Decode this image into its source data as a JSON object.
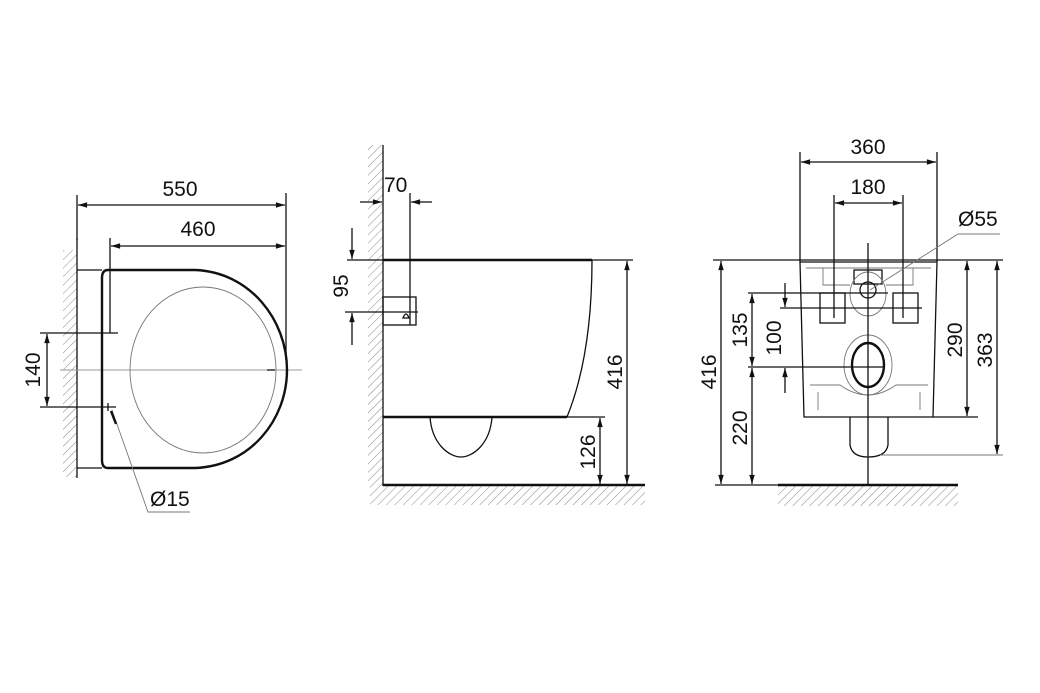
{
  "title": "Wall-hung toilet dimension drawing",
  "top_view": {
    "overall_length": "550",
    "bowl_length": "460",
    "fixing_spacing": "140",
    "hole_diameter": "Ø15"
  },
  "side_view": {
    "wall_offset": "70",
    "fixing_height": "95",
    "total_height": "416",
    "outlet_height": "126"
  },
  "front_view": {
    "width": "360",
    "fixing_width": "180",
    "inlet_diameter": "Ø55",
    "total_height": "416",
    "bolt_to_outlet": "135",
    "inlet_to_outlet": "100",
    "outlet_height": "220",
    "body_height": "290",
    "spigot_height": "363"
  },
  "colors": {
    "line": "#111111",
    "background": "#ffffff"
  }
}
